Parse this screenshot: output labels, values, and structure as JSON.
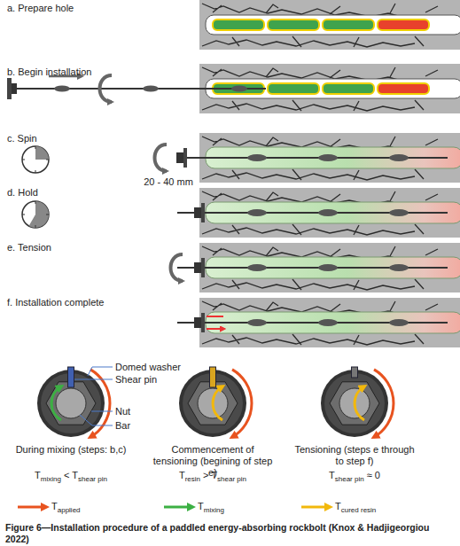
{
  "diagram": {
    "caption": "Figure 6—Installation procedure of a paddled energy-absorbing rockbolt (Knox & Hadjigeorgiou 2022)",
    "labels": [
      "a. Prepare hole",
      "b. Begin installation",
      "c. Spin",
      "d. Hold",
      "e. Tension",
      "f. Installation complete",
      "20 - 40 mm",
      "Domed washer",
      "Shear pin",
      "Nut",
      "Bar",
      "During mixing (steps: b,c)",
      "Tmixing < Tshear pin",
      "Commencement of tensioning (begining of step e)",
      "Tresin > Tshear pin",
      "Tensioning (steps e through to step f)",
      "Tshear pin ≈ 0"
    ],
    "legend": [
      {
        "text": "Tapplied"
      },
      {
        "text": "Tmixing"
      },
      {
        "text": "Tcured resin"
      }
    ]
  }
}
